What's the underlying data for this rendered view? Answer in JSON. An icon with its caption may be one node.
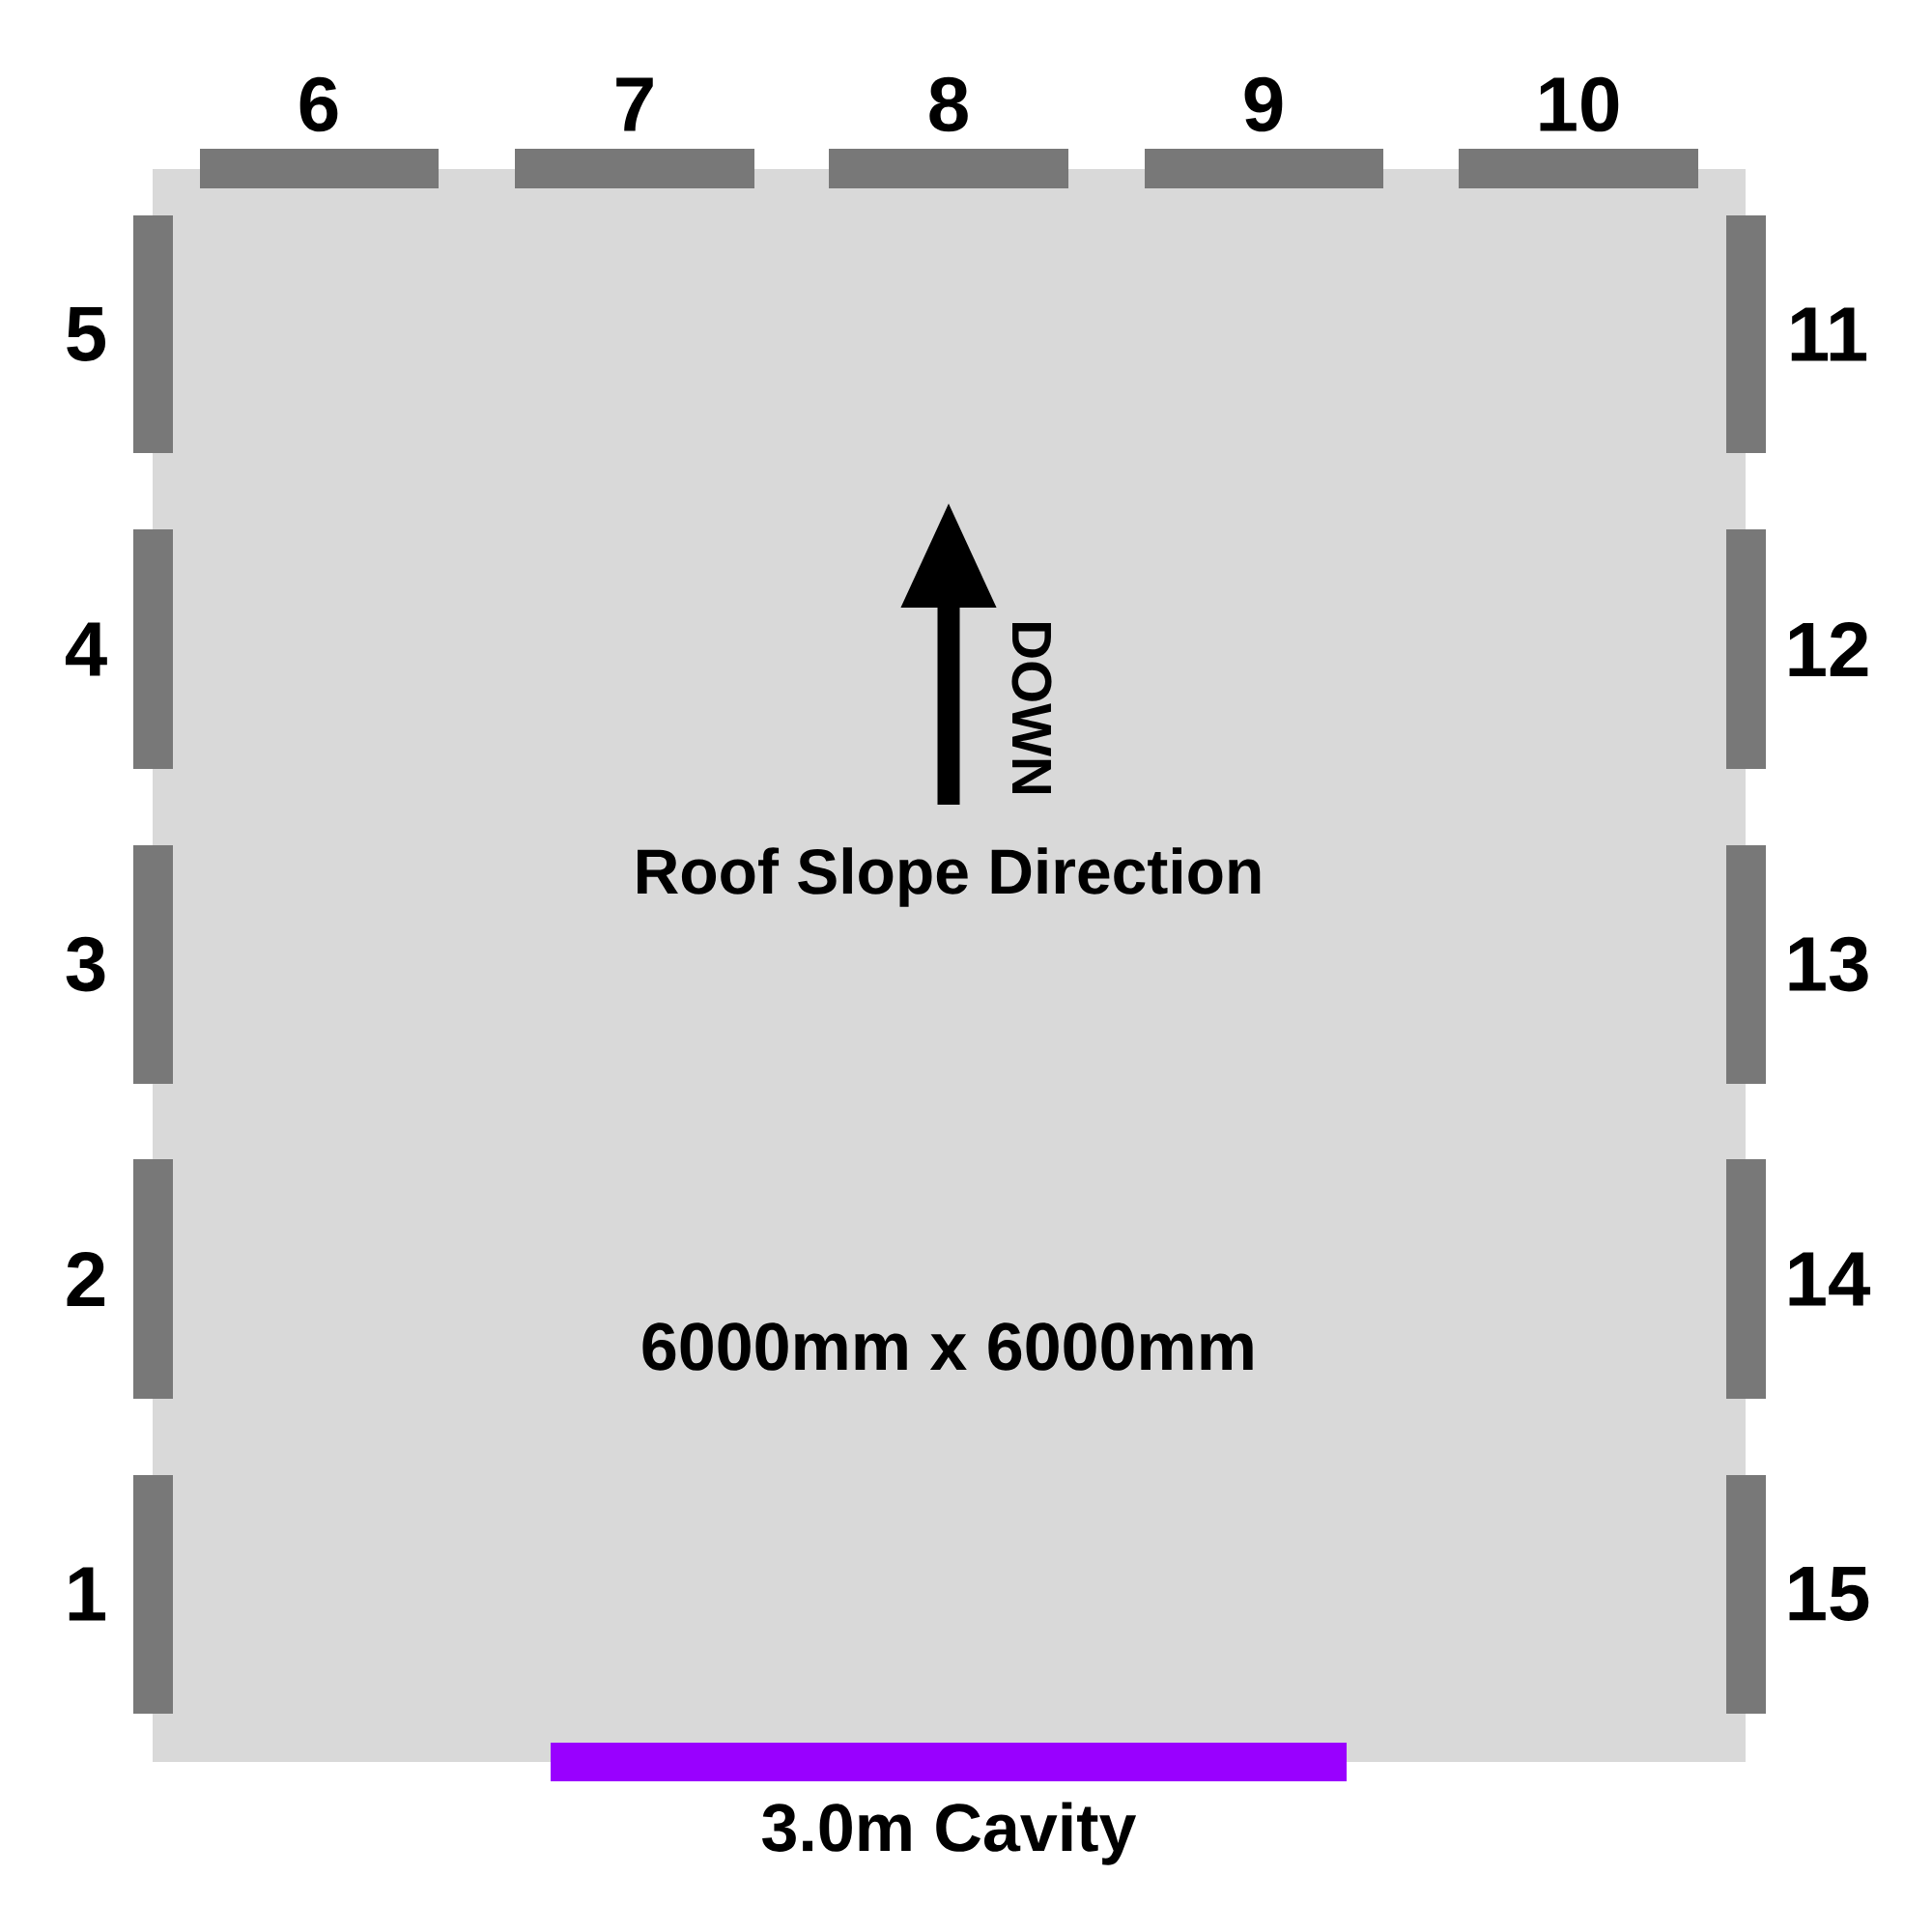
{
  "diagram": {
    "nodes": [
      {
        "text": [],
        "shape": "bar",
        "beside": [
          "3.0m Cavity"
        ]
      }
    ],
    "labels": [
      "6",
      "7",
      "8",
      "9",
      "10",
      "5",
      "11",
      "4",
      "12",
      "DOWN",
      "Roof Slope Direction",
      "3",
      "13",
      "2",
      "14",
      "6000mm x 6000mm",
      "1",
      "15"
    ]
  }
}
